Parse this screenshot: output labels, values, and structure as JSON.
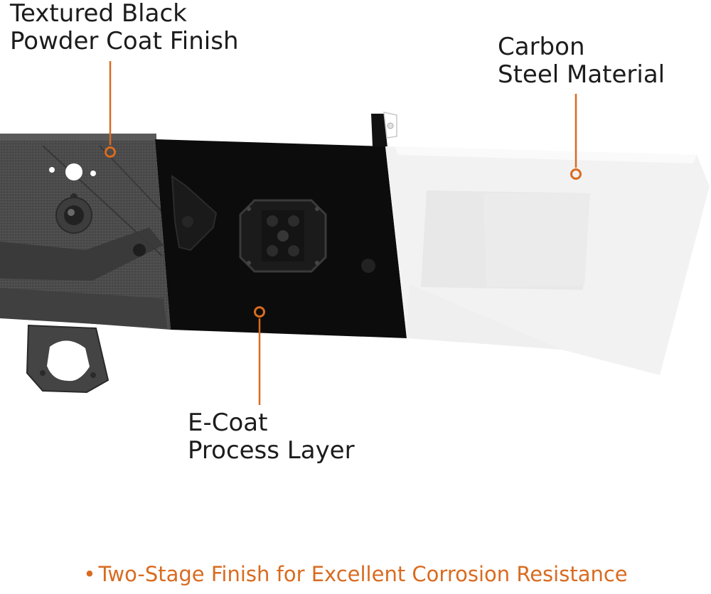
{
  "callouts": {
    "powder_coat": {
      "line1": "Textured Black",
      "line2": "Powder Coat Finish"
    },
    "carbon_steel": {
      "line1": "Carbon",
      "line2": "Steel Material"
    },
    "e_coat": {
      "line1": "E-Coat",
      "line2": "Process Layer"
    }
  },
  "footer": {
    "bullet": "•",
    "text": "Two-Stage Finish for Excellent Corrosion Resistance"
  },
  "colors": {
    "accent": "#d96b20",
    "powder_coat": "#4a4a4a",
    "e_coat": "#0b0b0b",
    "raw_steel": "#f1f1f1",
    "text": "#1c1c1c"
  }
}
